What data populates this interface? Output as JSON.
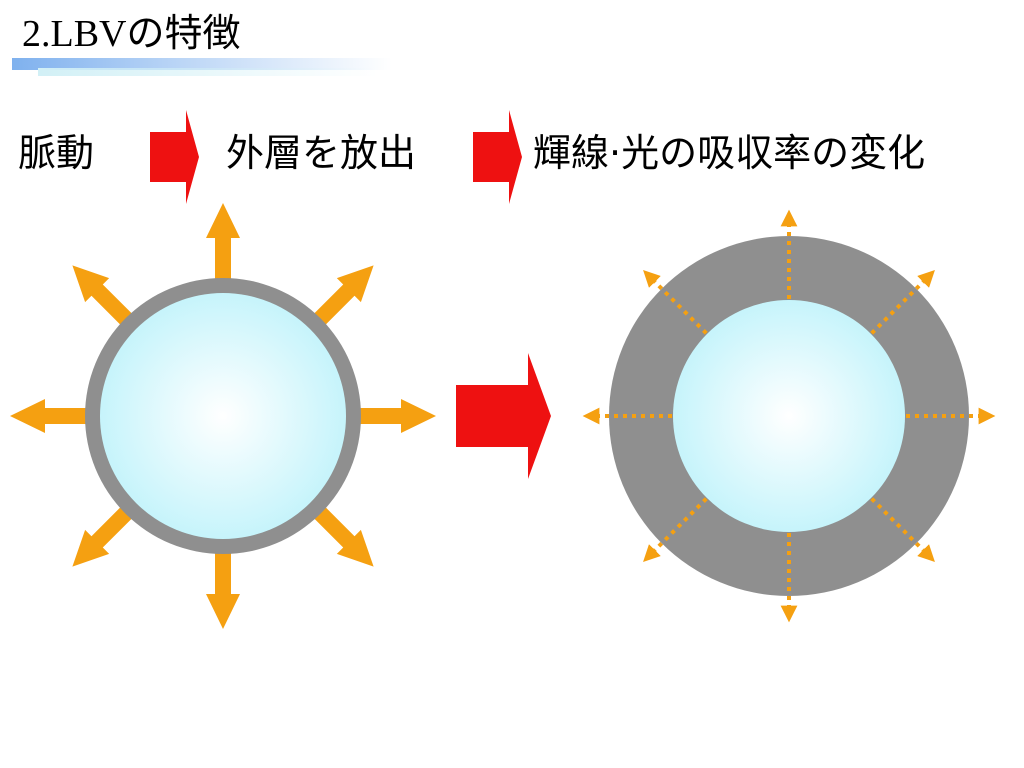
{
  "slide": {
    "title": "2.LBVの特徴"
  },
  "process": {
    "steps": [
      "脈動",
      "外層を放出",
      "輝線·光の吸収率の変化"
    ]
  },
  "colors": {
    "arrow_orange": "#f5a011",
    "arrow_red": "#ee1111",
    "shell_gray": "#8f8f8f",
    "core_light": "#ffffff",
    "core_edge": "#c6f4fb",
    "title_bar": "#7fb1ee"
  },
  "diagram": {
    "left_star": {
      "description_icon": "star-emitting-arrows",
      "arrow_count": 8,
      "arrow_style": "solid"
    },
    "transition_icon": "red-right-arrow",
    "right_star": {
      "description_icon": "star-with-thick-shell",
      "arrow_count": 8,
      "arrow_style": "dotted"
    }
  }
}
